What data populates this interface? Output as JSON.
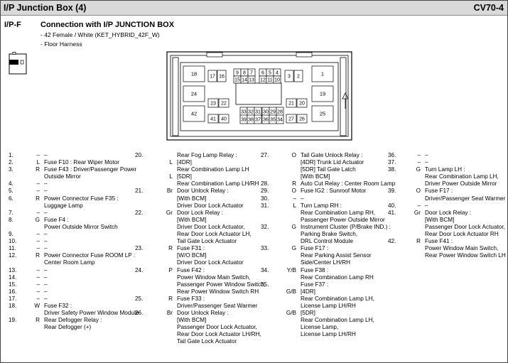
{
  "header": {
    "title": "I/P Junction Box (4)",
    "code": "CV70-4"
  },
  "connector": {
    "code": "I/P-F",
    "title": "Connection with I/P JUNCTION BOX",
    "spec": "- 42 Female / White (KET_HYBRID_42F_W)",
    "harness": "- Floor Harness",
    "cavities": [
      "18",
      "17",
      "16",
      "9",
      "8",
      "7",
      "6",
      "5",
      "4",
      "3",
      "2",
      "1",
      "15",
      "14",
      "13",
      "12",
      "11",
      "10",
      "24",
      "19",
      "23",
      "22",
      "21",
      "20",
      "42",
      "33",
      "32",
      "31",
      "30",
      "29",
      "28",
      "25",
      "41",
      "40",
      "39",
      "38",
      "37",
      "36",
      "35",
      "34",
      "27",
      "26"
    ]
  },
  "columns": [
    [
      {
        "n": "1.",
        "w": "–",
        "d": [
          "–"
        ]
      },
      {
        "n": "2.",
        "w": "L",
        "d": [
          "Fuse F10 : Rear Wiper Motor"
        ]
      },
      {
        "n": "3.",
        "w": "R",
        "d": [
          "Fuse F43 : Driver/Passenger Power",
          "Outside Mirror"
        ]
      },
      {
        "n": "4.",
        "w": "–",
        "d": [
          "–"
        ]
      },
      {
        "n": "5.",
        "w": "–",
        "d": [
          "–"
        ]
      },
      {
        "n": "6.",
        "w": "R",
        "d": [
          "Power Connector Fuse F35 :",
          "Luggage Lamp"
        ]
      },
      {
        "n": "7.",
        "w": "–",
        "d": [
          "–"
        ]
      },
      {
        "n": "8.",
        "w": "G",
        "d": [
          "Fuse F4 :",
          "Power Outside Mirror Switch"
        ]
      },
      {
        "n": "9.",
        "w": "–",
        "d": [
          "–"
        ]
      },
      {
        "n": "10.",
        "w": "–",
        "d": [
          "–"
        ]
      },
      {
        "n": "11.",
        "w": "–",
        "d": [
          "–"
        ]
      },
      {
        "n": "12.",
        "w": "R",
        "d": [
          "Power Connector Fuse ROOM LP :",
          "Center Room Lamp"
        ]
      },
      {
        "n": "13.",
        "w": "–",
        "d": [
          "–"
        ]
      },
      {
        "n": "14.",
        "w": "–",
        "d": [
          "–"
        ]
      },
      {
        "n": "15.",
        "w": "–",
        "d": [
          "–"
        ]
      },
      {
        "n": "16.",
        "w": "–",
        "d": [
          "–"
        ]
      },
      {
        "n": "17.",
        "w": "–",
        "d": [
          "–"
        ]
      },
      {
        "n": "18.",
        "w": "W",
        "d": [
          "Fuse F32 :",
          "Driver Safety Power Window Module"
        ]
      },
      {
        "n": "19.",
        "w": "R",
        "d": [
          "Rear Defogger Relay :",
          "Rear Defogger (+)"
        ]
      }
    ],
    [
      {
        "n": "20.",
        "w": "",
        "d": [
          "Rear Fog Lamp Relay :"
        ]
      },
      {
        "n": "",
        "w": "L",
        "d": [
          "[4DR]"
        ]
      },
      {
        "n": "",
        "w": "",
        "d": [
          "Rear Combination Lamp LH"
        ]
      },
      {
        "n": "",
        "w": "L",
        "d": [
          "[5DR]"
        ]
      },
      {
        "n": "",
        "w": "",
        "d": [
          "Rear Combination Lamp LH/RH"
        ]
      },
      {
        "n": "21.",
        "w": "Br",
        "d": [
          "Door Unlock Relay :",
          "[With BCM]",
          "Driver Door Lock Actuator"
        ]
      },
      {
        "n": "22.",
        "w": "Gr",
        "d": [
          "Door Lock Relay :",
          "[With BCM]",
          "Driver Door Lock Actuator,",
          "Rear Door Lock Actuator LH,",
          "Tail Gate Lock Actuator"
        ]
      },
      {
        "n": "23.",
        "w": "R",
        "d": [
          "Fuse F31 :",
          "[W/O BCM]",
          "Driver Door Lock Actuator"
        ]
      },
      {
        "n": "24.",
        "w": "P",
        "d": [
          "Fuse F42 :",
          "Power Window Main Switch,",
          "Passenger Power Window Switch,",
          "Rear Power Window Switch RH"
        ]
      },
      {
        "n": "25.",
        "w": "R",
        "d": [
          "Fuse F33 :",
          "Driver/Passenger Seat Warmer"
        ]
      },
      {
        "n": "26.",
        "w": "Br",
        "d": [
          "Door Unlock Relay :",
          "[With BCM]",
          "Passenger Door Lock Actuator,",
          "Rear Door Lock Actuator LH/RH,",
          "Tail Gate Lock Actuator"
        ]
      }
    ],
    [
      {
        "n": "27.",
        "w": "O",
        "d": [
          "Tail Gate Unlock Relay :",
          "[4DR] Trunk Lid Actuator",
          "[5DR] Tail Gate Latch",
          "[With BCM]"
        ]
      },
      {
        "n": "28.",
        "w": "R",
        "d": [
          "Auto Cut Relay : Center Room Lamp"
        ]
      },
      {
        "n": "29.",
        "w": "O",
        "d": [
          "Fuse IG2 : Sunroof Motor"
        ]
      },
      {
        "n": "30.",
        "w": "–",
        "d": [
          "–"
        ]
      },
      {
        "n": "31.",
        "w": "L",
        "d": [
          "Turn Lamp RH :",
          "Rear Combination Lamp RH,",
          "Passenger Power Outside Mirror"
        ]
      },
      {
        "n": "32.",
        "w": "G",
        "d": [
          "Instrument Cluster (P/Brake IND.) :",
          "Parking Brake Switch,",
          "DRL Control Module"
        ]
      },
      {
        "n": "33.",
        "w": "G",
        "d": [
          "Fuse F17 :",
          "Rear Parking Assist Sensor",
          "Side/Center LH/RH"
        ]
      },
      {
        "n": "34.",
        "w": "Y/B",
        "d": [
          "Fuse F38 :",
          "Rear Combination Lamp RH"
        ]
      },
      {
        "n": "35.",
        "w": "",
        "d": [
          "Fuse F37 :"
        ]
      },
      {
        "n": "",
        "w": "G/B",
        "d": [
          "[4DR]"
        ]
      },
      {
        "n": "",
        "w": "",
        "d": [
          "Rear Combination Lamp LH,",
          "License Lamp LH/RH"
        ]
      },
      {
        "n": "",
        "w": "G/B",
        "d": [
          "[5DR]"
        ]
      },
      {
        "n": "",
        "w": "",
        "d": [
          "Rear Combination Lamp LH,",
          "License Lamp,",
          "License Lamp LH/RH"
        ]
      }
    ],
    [
      {
        "n": "36.",
        "w": "–",
        "d": [
          "–"
        ]
      },
      {
        "n": "37.",
        "w": "–",
        "d": [
          "–"
        ]
      },
      {
        "n": "38.",
        "w": "G",
        "d": [
          "Turn Lamp LH :",
          "Rear Combination Lamp LH,",
          "Driver Power Outside Mirror"
        ]
      },
      {
        "n": "39.",
        "w": "O",
        "d": [
          "Fuse F17 :",
          "Driver/Passenger Seat Warmer"
        ]
      },
      {
        "n": "40.",
        "w": "–",
        "d": [
          "–"
        ]
      },
      {
        "n": "41.",
        "w": "Gr",
        "d": [
          "Door Lock Relay :",
          "[With BCM]",
          "Passenger Door Lock Actuator,",
          "Rear Door Lock Actuator RH"
        ]
      },
      {
        "n": "42.",
        "w": "R",
        "d": [
          "Fuse F41 :",
          "Power Window Main Switch,",
          "Rear Power Window Switch LH"
        ]
      }
    ]
  ]
}
